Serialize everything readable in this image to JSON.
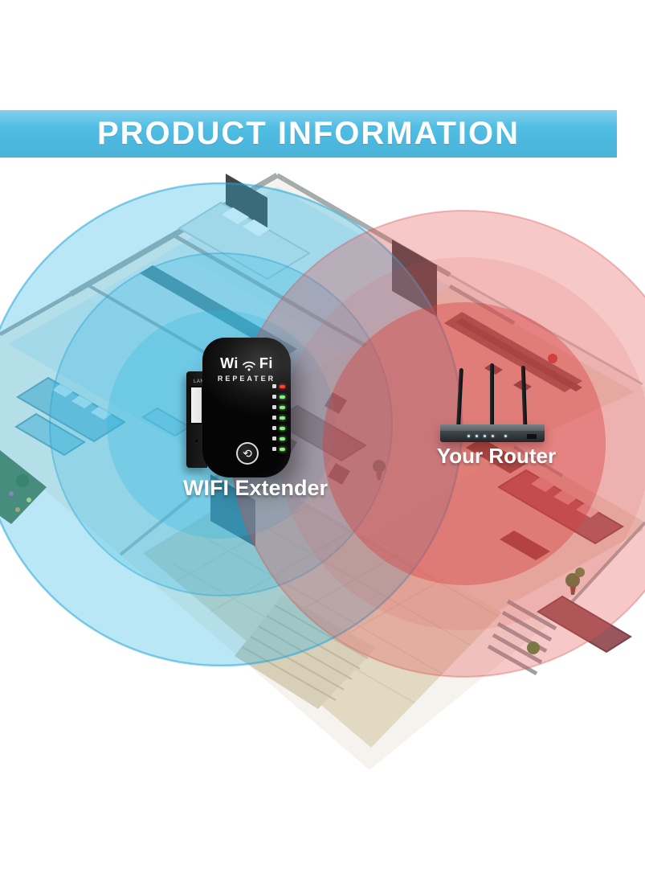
{
  "banner": {
    "title": "PRODUCT INFORMATION",
    "bg_color": "#4fbde4",
    "text_color": "#ffffff"
  },
  "diagram": {
    "extender": {
      "label": "WIFI Extender",
      "brand_left": "Wi",
      "brand_right": "Fi",
      "subtitle": "REPEATER",
      "port_label": "LAN",
      "wps_glyph": "⟲",
      "leds": [
        {
          "name": "power-led",
          "icon": "power-icon",
          "color": "#ff4033"
        },
        {
          "name": "wireless-led",
          "icon": "wireless-icon",
          "color": "#8af07d"
        },
        {
          "name": "wps-led",
          "icon": "wps-icon",
          "color": "#8af07d"
        },
        {
          "name": "lan-led",
          "icon": "ethernet-icon",
          "color": "#8af07d"
        },
        {
          "name": "signal-high-led",
          "icon": "signal-high-icon",
          "color": "#8af07d"
        },
        {
          "name": "signal-mid-led",
          "icon": "signal-mid-icon",
          "color": "#8af07d"
        },
        {
          "name": "signal-low-led",
          "icon": "signal-low-icon",
          "color": "#8af07d"
        }
      ]
    },
    "router": {
      "label": "Your Router",
      "antenna_count": 3
    },
    "coverage": {
      "extender_zone_color": "#2fb6e2",
      "router_zone_color": "#e25555"
    }
  }
}
